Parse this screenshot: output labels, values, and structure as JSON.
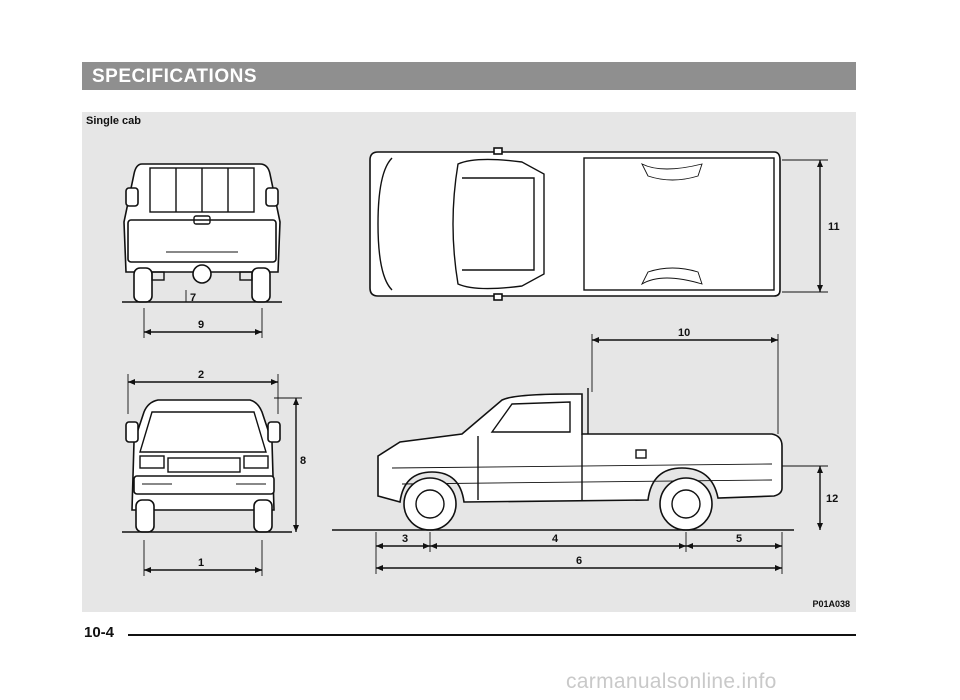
{
  "header": {
    "title": "SPECIFICATIONS"
  },
  "figure": {
    "caption": "Single cab",
    "code": "P01A038",
    "dimension_labels": {
      "d1": "1",
      "d2": "2",
      "d3": "3",
      "d4": "4",
      "d5": "5",
      "d6": "6",
      "d7": "7",
      "d8": "8",
      "d9": "9",
      "d10": "10",
      "d11": "11",
      "d12": "12"
    }
  },
  "footer": {
    "page_number": "10-4",
    "watermark": "carmanualsonline.info"
  }
}
